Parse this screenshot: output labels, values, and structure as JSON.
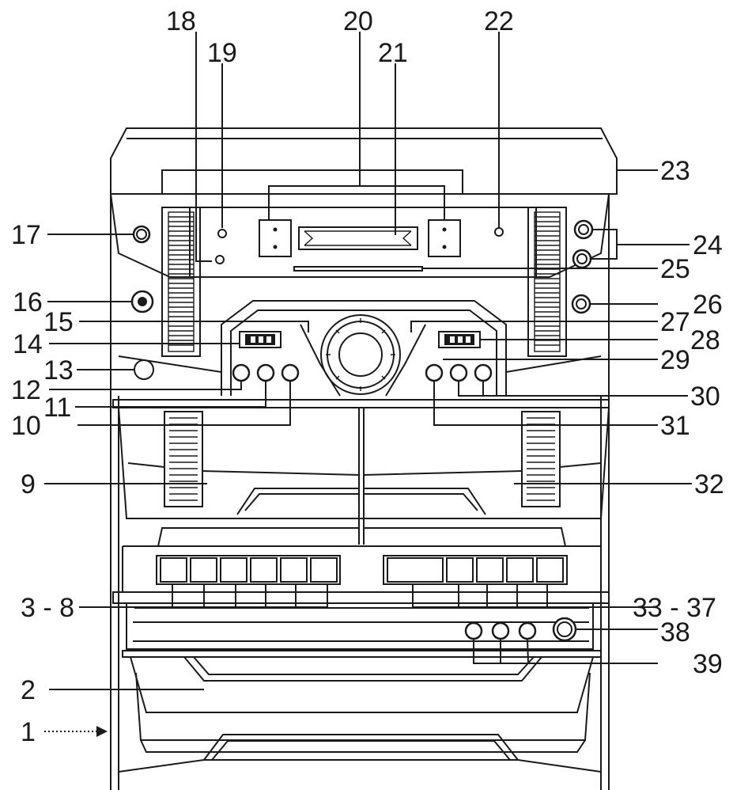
{
  "callouts": {
    "c1": "1",
    "c2": "2",
    "c3_8": "3 - 8",
    "c9": "9",
    "c10": "10",
    "c11": "11",
    "c12": "12",
    "c13": "13",
    "c14": "14",
    "c15": "15",
    "c16": "16",
    "c17": "17",
    "c18": "18",
    "c19": "19",
    "c20": "20",
    "c21": "21",
    "c22": "22",
    "c23": "23",
    "c24": "24",
    "c25": "25",
    "c26": "26",
    "c27": "27",
    "c28": "28",
    "c29": "29",
    "c30": "30",
    "c31": "31",
    "c32": "32",
    "c33_37": "33 - 37",
    "c38": "38",
    "c39": "39"
  },
  "colors": {
    "line": "#1a1a1a",
    "background": "#ffffff"
  }
}
